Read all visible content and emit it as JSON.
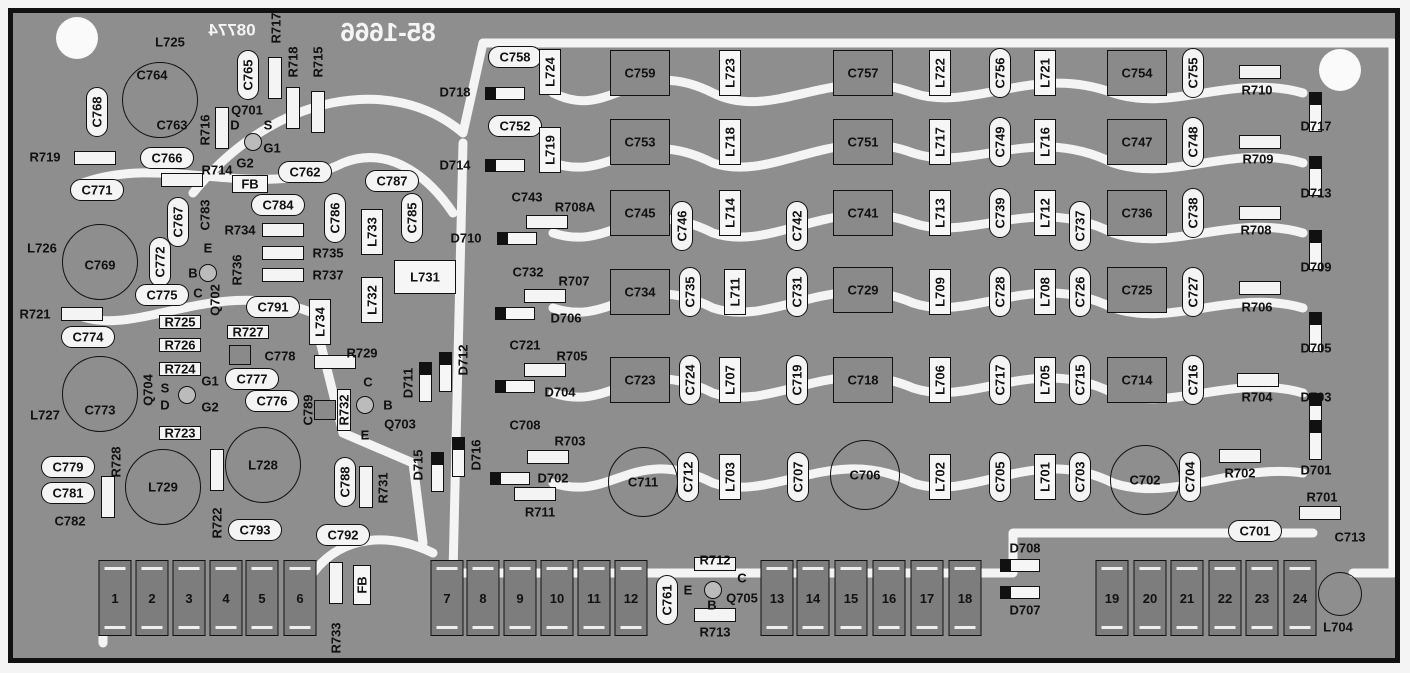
{
  "markings": {
    "board_number": "85-1666",
    "date_code": "08774"
  },
  "components": [
    "L725",
    "C764",
    "C763",
    "C768",
    "C765",
    "R717",
    "R718",
    "R715",
    "R716",
    "R719",
    "C766",
    "R714",
    "C762",
    "C771",
    "C787",
    "C784",
    "C767",
    "C783",
    "C786",
    "L733",
    "C785",
    "R734",
    "L726",
    "C769",
    "C772",
    "R736",
    "R735",
    "R737",
    "L732",
    "L731",
    "C775",
    "C791",
    "L734",
    "R721",
    "R725",
    "C774",
    "R727",
    "R726",
    "C778",
    "R729",
    "R724",
    "C777",
    "L727",
    "C773",
    "C776",
    "R723",
    "C789",
    "R732",
    "D711",
    "D712",
    "D715",
    "D716",
    "C779",
    "C781",
    "C782",
    "R728",
    "L729",
    "R722",
    "L728",
    "C793",
    "C788",
    "R731",
    "C792",
    "R733",
    "C758",
    "L724",
    "D718",
    "C752",
    "L719",
    "D714",
    "C743",
    "R708A",
    "D710",
    "C732",
    "R707",
    "D706",
    "C721",
    "R705",
    "D704",
    "C708",
    "R703",
    "D702",
    "R711",
    "C759",
    "L723",
    "C757",
    "L722",
    "C756",
    "L721",
    "C754",
    "C755",
    "R710",
    "D717",
    "C753",
    "L718",
    "C751",
    "L717",
    "C749",
    "L716",
    "C747",
    "C748",
    "R709",
    "D713",
    "C745",
    "C746",
    "L714",
    "C742",
    "C741",
    "L713",
    "C739",
    "L712",
    "C737",
    "C736",
    "C738",
    "R708",
    "D709",
    "C734",
    "C735",
    "L711",
    "C731",
    "C729",
    "L709",
    "C728",
    "L708",
    "C726",
    "C725",
    "C727",
    "R706",
    "D705",
    "C723",
    "C724",
    "L707",
    "C719",
    "C718",
    "L706",
    "C717",
    "L705",
    "C715",
    "C714",
    "C716",
    "R704",
    "D703",
    "C711",
    "C712",
    "L703",
    "C707",
    "C706",
    "L702",
    "C705",
    "L701",
    "C703",
    "C702",
    "C704",
    "R702",
    "D701",
    "R701",
    "C701",
    "C713",
    "C761",
    "R712",
    "R713",
    "D708",
    "D707",
    "L704"
  ],
  "ferrite_beads": [
    "FB",
    "FB"
  ],
  "transistors": [
    {
      "ref": "Q701",
      "pins": [
        "D",
        "S",
        "G1",
        "G2"
      ]
    },
    {
      "ref": "Q702",
      "pins": [
        "E",
        "B",
        "C"
      ]
    },
    {
      "ref": "Q704",
      "pins": [
        "S",
        "G1",
        "D",
        "G2"
      ]
    },
    {
      "ref": "Q703",
      "pins": [
        "C",
        "B",
        "E"
      ]
    },
    {
      "ref": "Q705",
      "pins": [
        "E",
        "C",
        "B"
      ]
    }
  ],
  "connector_pads": [
    "1",
    "2",
    "3",
    "4",
    "5",
    "6",
    "7",
    "8",
    "9",
    "10",
    "11",
    "12",
    "13",
    "14",
    "15",
    "16",
    "17",
    "18",
    "19",
    "20",
    "21",
    "22",
    "23",
    "24"
  ]
}
